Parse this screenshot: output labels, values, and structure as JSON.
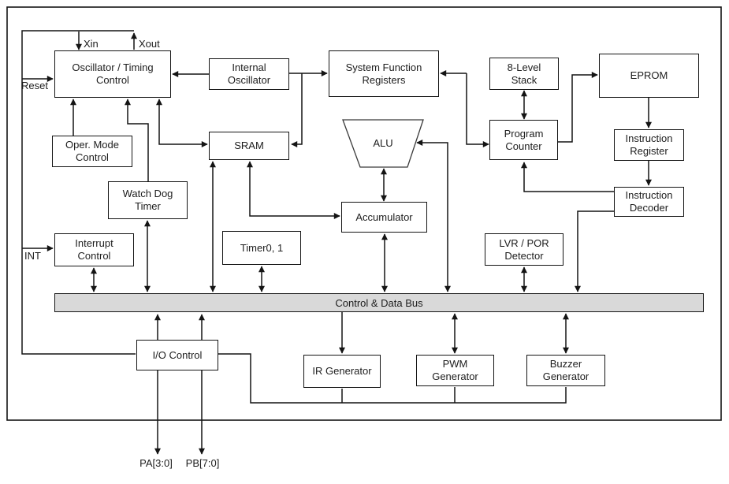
{
  "diagram": {
    "blocks": {
      "oscillator": "Oscillator / Timing\nControl",
      "internal_oscillator": "Internal\nOscillator",
      "system_function_registers": "System Function\nRegisters",
      "stack": "8-Level\nStack",
      "eprom": "EPROM",
      "oper_mode": "Oper. Mode\nControl",
      "sram": "SRAM",
      "alu": "ALU",
      "program_counter": "Program\nCounter",
      "instruction_register": "Instruction\nRegister",
      "watchdog": "Watch Dog\nTimer",
      "accumulator": "Accumulator",
      "instruction_decoder": "Instruction\nDecoder",
      "timer": "Timer0, 1",
      "lvr_por": "LVR / POR\nDetector",
      "interrupt": "Interrupt\nControl",
      "io_control": "I/O Control",
      "ir_generator": "IR Generator",
      "pwm_generator": "PWM\nGenerator",
      "buzzer_generator": "Buzzer\nGenerator"
    },
    "bus": {
      "label": "Control & Data Bus",
      "fill": "#d9d9d9"
    },
    "pins": {
      "xin": "Xin",
      "xout": "Xout",
      "reset": "Reset",
      "int": "INT",
      "pa": "PA[3:0]",
      "pb": "PB[7:0]"
    },
    "colors": {
      "line": "#141414",
      "text": "#1d1d1d",
      "background": "#ffffff"
    }
  }
}
